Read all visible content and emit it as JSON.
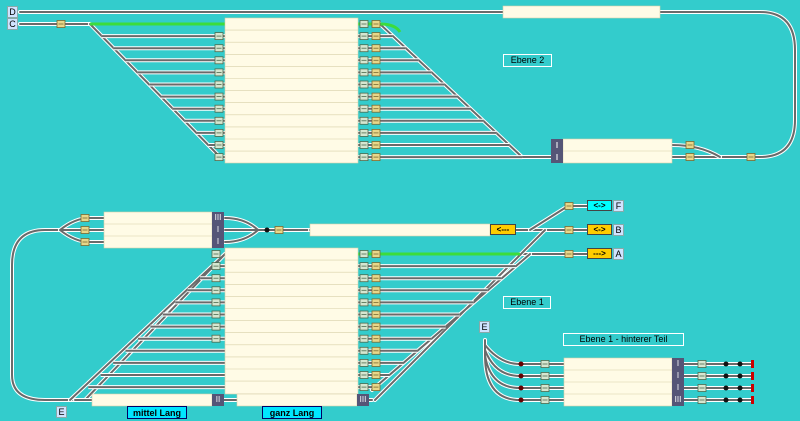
{
  "colors": {
    "background": "#33cccc",
    "track": "#6a6a6a",
    "track_edge": "#ffffff",
    "occupied": "#3cdc3c",
    "panel": "#fffbe6",
    "signal_box": "#555577",
    "sensor": "#e8d78a",
    "arrow_yellow": "#ffcc00",
    "arrow_cyan": "#00ffff"
  },
  "levels": {
    "ebene2": "Ebene 2",
    "ebene1": "Ebene 1",
    "ebene1_rear": "Ebene 1 - hinterer Teil"
  },
  "connectors": {
    "d": "D",
    "c": "C",
    "e_left": "E",
    "e_rear": "E",
    "f": "F",
    "b": "B",
    "a": "A"
  },
  "direction_buttons": {
    "f": "<->",
    "b": "<->",
    "a": "--->",
    "mid_track": "<---"
  },
  "siding_labels": {
    "mittel_lang": "mittel Lang",
    "ganz_lang": "ganz Lang"
  },
  "signal_marks": {
    "roman_1": "I",
    "roman_2": "II",
    "roman_3": "III"
  }
}
